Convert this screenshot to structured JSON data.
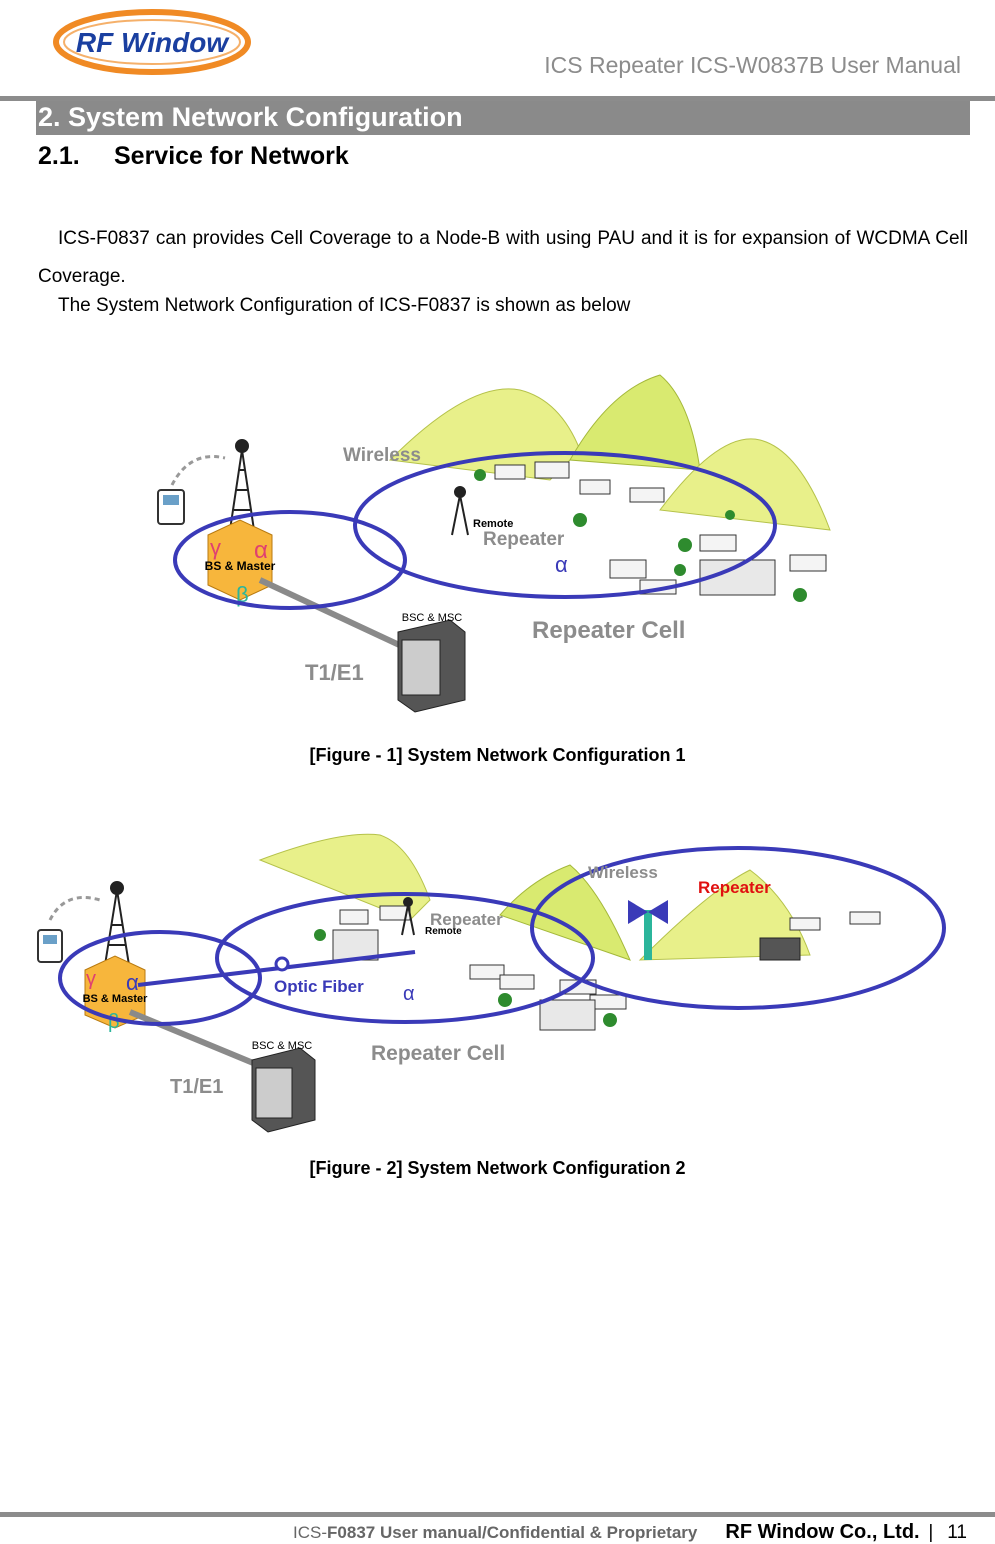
{
  "header": {
    "logo_text": "RF Window",
    "doc_title": "ICS Repeater ICS-W0837B User Manual"
  },
  "section": {
    "title": "2. System Network Configuration"
  },
  "subsection": {
    "number": "2.1.",
    "title": "Service for Network"
  },
  "body": {
    "para1": "ICS-F0837 can provides Cell Coverage to a Node-B with using PAU and it is for expansion of WCDMA Cell Coverage.",
    "para2": "The System Network Configuration of ICS-F0837 is shown as below"
  },
  "figure1": {
    "wireless": "Wireless",
    "repeater": "Repeater",
    "remote": "Remote",
    "alpha": "α",
    "beta": "β",
    "gamma": "γ",
    "bs_master": "BS & Master",
    "bsc_msc": "BSC & MSC",
    "t1e1": "T1/E1",
    "repeater_cell": "Repeater Cell",
    "caption": "[Figure - 1] System Network Configuration 1"
  },
  "figure2": {
    "wireless": "Wireless",
    "repeater_red": "Repeater",
    "repeater": "Repeater",
    "remote": "Remote",
    "optic_fiber": "Optic Fiber",
    "alpha": "α",
    "beta": "β",
    "gamma": "γ",
    "bs_master": "BS & Master",
    "bsc_msc": "BSC & MSC",
    "t1e1": "T1/E1",
    "repeater_cell": "Repeater Cell",
    "caption": "[Figure - 2] System Network Configuration 2"
  },
  "footer": {
    "manual": "ICS-",
    "manual_bold": "F0837 User manual/Confidential & Proprietary",
    "company": "RF Window Co., Ltd.",
    "separator": "|",
    "page": "11"
  },
  "colors": {
    "ellipse": "#3a3ab8",
    "label_gray": "#8c8c8c",
    "alpha_green": "#2bb59b",
    "red": "#e01010",
    "hill": "#e8f08a"
  }
}
